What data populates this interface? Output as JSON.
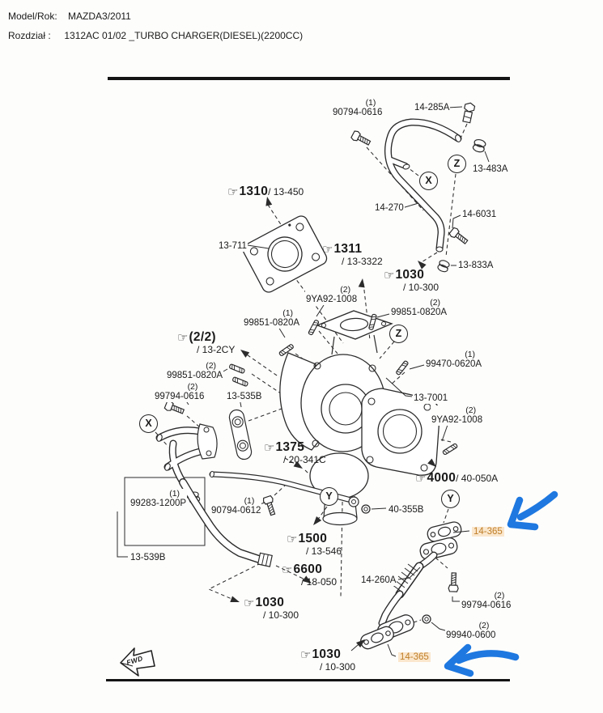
{
  "header": {
    "model_label": "Model/Rok:",
    "model_value": "MAZDA3/2011",
    "section_label": "Rozdział :",
    "section_value": "1312AC 01/02 _TURBO CHARGER(DIESEL)(2200CC)"
  },
  "colors": {
    "line": "#2b2b2b",
    "highlight_text": "#C07E28",
    "highlight_bg": "#FAE7CD",
    "annotation_arrow_blue": "#1E78E0"
  },
  "diagram": {
    "hand_icon": "☞",
    "fwd_label": "FWD",
    "ref_circles": [
      {
        "letter": "X"
      },
      {
        "letter": "Z"
      },
      {
        "letter": "Z"
      },
      {
        "letter": "X"
      },
      {
        "letter": "Y"
      },
      {
        "letter": "Y"
      }
    ],
    "callouts": [
      {
        "qty": "(1)",
        "text": "90794-0616"
      },
      {
        "text": "14-285A"
      },
      {
        "text": "13-483A"
      },
      {
        "text": "14-270"
      },
      {
        "text": "14-6031"
      },
      {
        "text": "13-711"
      },
      {
        "text": "13-833A"
      },
      {
        "qty": "(2)",
        "text": "9YA92-1008"
      },
      {
        "qty": "(2)",
        "text": "99851-0820A"
      },
      {
        "qty": "(1)",
        "text": "99851-0820A"
      },
      {
        "qty": "(1)",
        "text": "99470-0620A"
      },
      {
        "qty": "(2)",
        "text": "99851-0820A"
      },
      {
        "qty": "(2)",
        "text": "99794-0616"
      },
      {
        "text": "13-535B"
      },
      {
        "text": "13-7001"
      },
      {
        "qty": "(2)",
        "text": "9YA92-1008"
      },
      {
        "qty": "(1)",
        "text": "99283-1200P"
      },
      {
        "qty": "(1)",
        "text": "90794-0612"
      },
      {
        "text": "40-355B"
      },
      {
        "text": "14-365",
        "highlighted": true
      },
      {
        "text": "13-539B"
      },
      {
        "text": "14-260A"
      },
      {
        "qty": "(2)",
        "text": "99794-0616"
      },
      {
        "qty": "(2)",
        "text": "99940-0600"
      },
      {
        "text": "14-365",
        "highlighted": true
      }
    ],
    "group_callouts": [
      {
        "num": "1310",
        "ref": "/ 13-450"
      },
      {
        "num": "1311",
        "ref": "/ 13-3322"
      },
      {
        "num": "1030",
        "ref": "/ 10-300"
      },
      {
        "num": "(2/2)",
        "ref": "/ 13-2CY"
      },
      {
        "num": "1375",
        "ref": "/ 20-341C"
      },
      {
        "num": "4000",
        "ref": "/ 40-050A"
      },
      {
        "num": "1500",
        "ref": "/ 13-546"
      },
      {
        "num": "6600",
        "ref": "/ 18-050"
      },
      {
        "num": "1030",
        "ref": "/ 10-300"
      },
      {
        "num": "1030",
        "ref": "/ 10-300"
      }
    ]
  }
}
